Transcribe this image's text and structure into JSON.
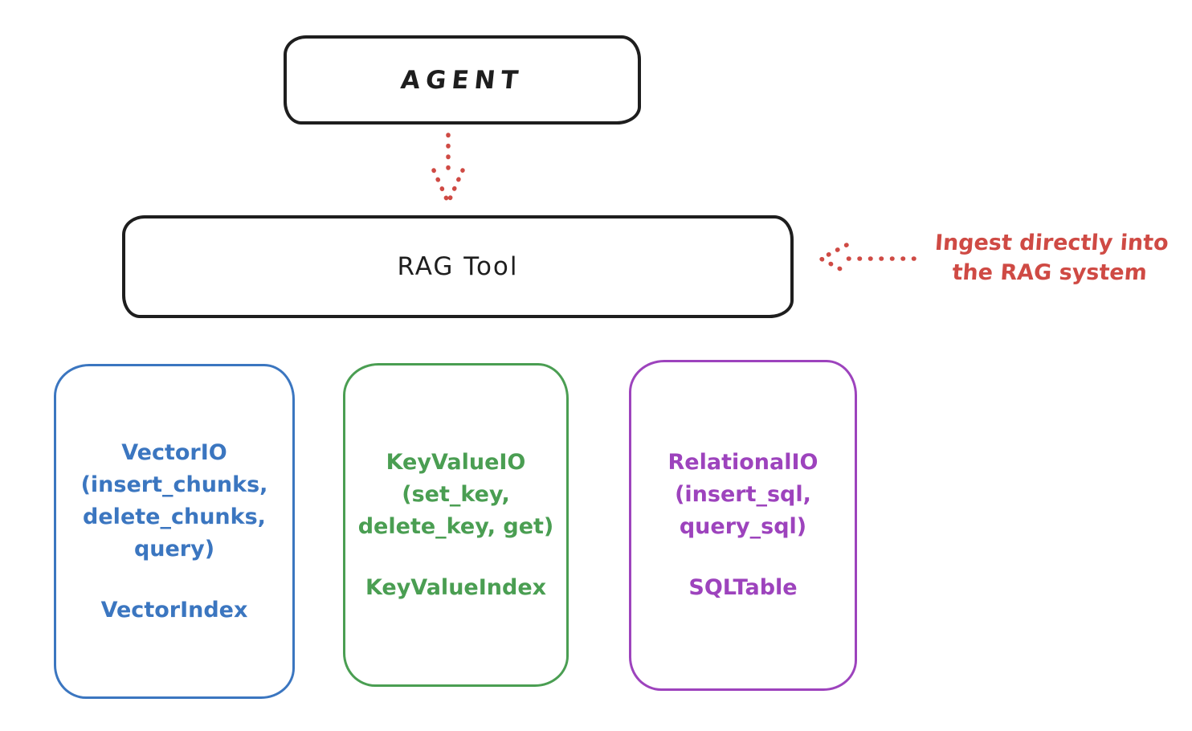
{
  "diagram": {
    "colors": {
      "ink": "#1e1e1e",
      "red": "#cf4a44"
    },
    "agent": {
      "label": "AGENT"
    },
    "rag_tool": {
      "label": "RAG Tool"
    },
    "annotation": {
      "text": "Ingest directly into\nthe RAG system"
    },
    "arrows": [
      {
        "name": "agent-to-ragtool",
        "style": "dotted",
        "direction": "down"
      },
      {
        "name": "annotation-to-ragtool",
        "style": "dotted",
        "direction": "left"
      }
    ],
    "storages": [
      {
        "name": "vector-io",
        "color": "#3b76c0",
        "methods_block": "VectorIO\n(insert_chunks,\ndelete_chunks,\nquery)",
        "index_label": "VectorIndex"
      },
      {
        "name": "key-value-io",
        "color": "#4a9e52",
        "methods_block": "KeyValueIO\n(set_key,\ndelete_key, get)",
        "index_label": "KeyValueIndex"
      },
      {
        "name": "relational-io",
        "color": "#9d43bd",
        "methods_block": "RelationalIO\n(insert_sql,\nquery_sql)",
        "index_label": "SQLTable"
      }
    ]
  }
}
